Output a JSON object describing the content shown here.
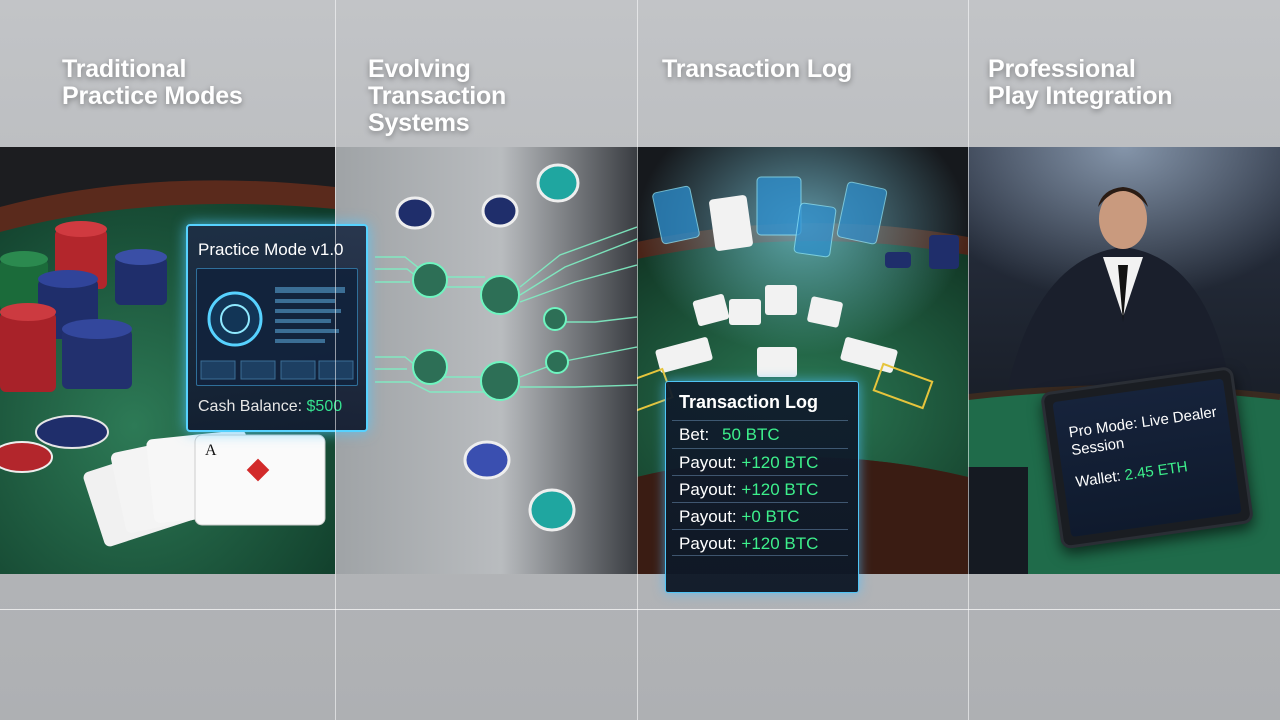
{
  "columns": [
    {
      "title_line1": "Traditional",
      "title_line2": "Practice Modes",
      "title_line3": ""
    },
    {
      "title_line1": "Evolving",
      "title_line2": "Transaction",
      "title_line3": "Systems"
    },
    {
      "title_line1": "Transaction Log",
      "title_line2": "",
      "title_line3": ""
    },
    {
      "title_line1": "Professional",
      "title_line2": "Play Integration",
      "title_line3": ""
    }
  ],
  "practice_panel": {
    "title": "Practice Mode v1.0",
    "balance_label": "Cash Balance:",
    "balance_value": "$500"
  },
  "transaction_log": {
    "title": "Transaction Log",
    "rows": [
      {
        "label": "Bet:",
        "value": "50 BTC"
      },
      {
        "label": "Payout:",
        "value": "+120 BTC"
      },
      {
        "label": "Payout:",
        "value": "+120 BTC"
      },
      {
        "label": "Payout:",
        "value": "+0 BTC"
      },
      {
        "label": "Payout:",
        "value": "+120 BTC"
      }
    ]
  },
  "tablet": {
    "title": "Pro Mode: Live Dealer Session",
    "wallet_label": "Wallet:",
    "wallet_value": "2.45 ETH"
  },
  "colors": {
    "felt": "#1f6b4a",
    "accent_cyan": "#57d2ff",
    "money_green": "#3df08c",
    "chip_red": "#b3262c",
    "chip_navy": "#1f2e6b",
    "chip_teal": "#1fa6a0"
  }
}
